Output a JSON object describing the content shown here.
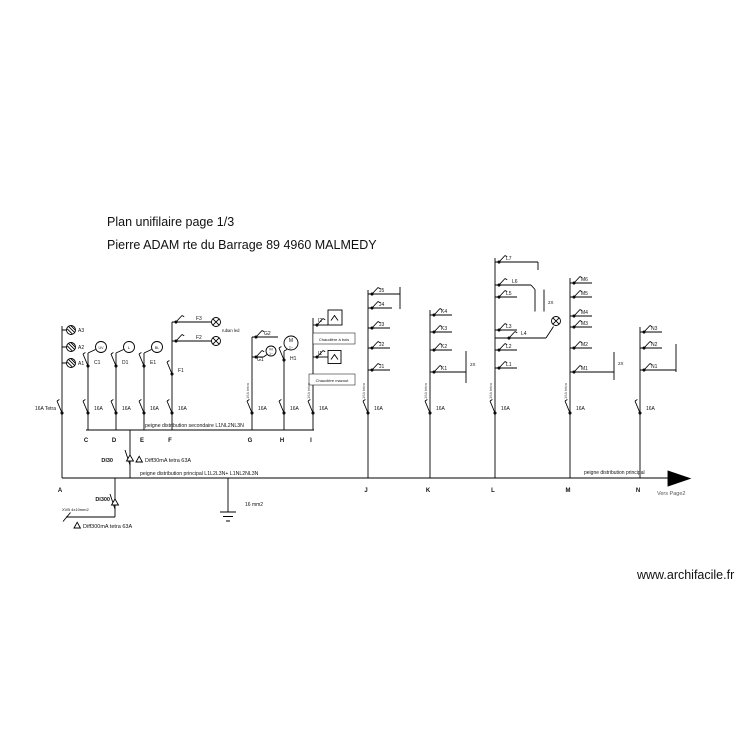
{
  "header": {
    "title": "Plan unifilaire  page 1/3",
    "subtitle": "Pierre ADAM rte du Barrage 89 4960 MALMEDY"
  },
  "watermark": "www.archifacile.fr",
  "incoming": {
    "cable": "XVB 4x10mm2",
    "main_diff": {
      "id": "DI300",
      "label": "Diff300mA tetra 63A"
    },
    "earth": "16 mm2",
    "next_page": "Vers Page2"
  },
  "buses": {
    "main": {
      "label_left": "peigne distribution principal L1L2L3N+ L1NL2NL3N",
      "label_right": "peigne distribution principal",
      "letters": [
        "A",
        "J",
        "K",
        "L",
        "M",
        "N"
      ]
    },
    "secondary": {
      "label": "peigne distribution secondaire  L1NL2NL3N",
      "diff": {
        "id": "DI30",
        "label": "Diff30mA tetra 63A"
      },
      "letters": [
        "C",
        "D",
        "E",
        "F",
        "G",
        "H",
        "I"
      ]
    }
  },
  "circuits": {
    "A": {
      "breaker": "16A Tetra",
      "subs": [
        "A1",
        "A2",
        "A3"
      ]
    },
    "C": {
      "breaker": "16A",
      "subs": [
        "C1"
      ],
      "load": "UV"
    },
    "D": {
      "breaker": "16A",
      "subs": [
        "D1"
      ],
      "load": "L"
    },
    "E": {
      "breaker": "16A",
      "subs": [
        "E1"
      ],
      "load": "BL"
    },
    "F": {
      "breaker": "16A",
      "subs": [
        "F1",
        "F2",
        "F3"
      ],
      "note": "ruban led"
    },
    "G": {
      "breaker": "16A",
      "subs": [
        "G1",
        "G2"
      ],
      "riser_note": "16A tetra"
    },
    "H": {
      "breaker": "16A",
      "subs": [
        "H1"
      ]
    },
    "I": {
      "breaker": "16A",
      "subs": [
        "I1",
        "I2"
      ],
      "riser_note": "16A tetra",
      "captions": [
        "Chaudière à bois",
        "Chaudière mazout"
      ]
    },
    "J": {
      "breaker": "16A",
      "subs": [
        "J1",
        "J2",
        "J3",
        "J4",
        "J5"
      ],
      "riser_note": "16A tetra"
    },
    "K": {
      "breaker": "16A",
      "subs": [
        "K1",
        "K2",
        "K3",
        "K4"
      ],
      "riser_note": "16A tetra",
      "multiplier": "2X"
    },
    "L": {
      "breaker": "16A",
      "subs": [
        "L1",
        "L2",
        "L3",
        "L4",
        "L5",
        "L6",
        "L7"
      ],
      "riser_note": "16A tetra",
      "multiplier": "2X"
    },
    "M": {
      "breaker": "16A",
      "subs": [
        "M1",
        "M2",
        "M3",
        "M4",
        "M5",
        "M6"
      ],
      "riser_note": "16A tetra",
      "multiplier": "2X"
    },
    "N": {
      "breaker": "16A",
      "subs": [
        "N1",
        "N2",
        "N3"
      ]
    }
  },
  "symbols": {
    "motor": "M",
    "motor_phase": "1~"
  }
}
